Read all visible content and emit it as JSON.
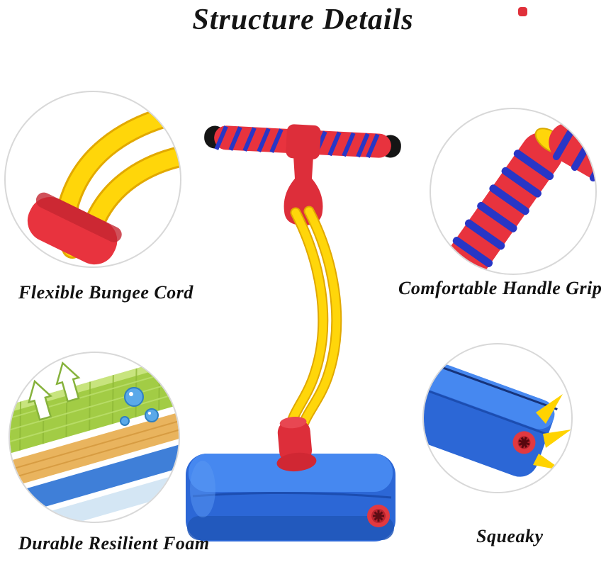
{
  "title": "Structure Details",
  "callouts": [
    {
      "id": "bungee",
      "label": "Flexible Bungee Cord",
      "icon": "bungee-cord-closeup"
    },
    {
      "id": "handle",
      "label": "Comfortable Handle Grip",
      "icon": "handle-grip-closeup"
    },
    {
      "id": "foam",
      "label": "Durable Resilient Foam",
      "icon": "foam-layers-closeup"
    },
    {
      "id": "squeaky",
      "label": "Squeaky",
      "icon": "squeaker-closeup"
    }
  ],
  "colors": {
    "foam_red": "#e8333e",
    "stripe_blue": "#2836c6",
    "cord_yellow": "#ffd300",
    "base_blue": "#2c67d6",
    "accent_dot_red": "#e0303a"
  }
}
